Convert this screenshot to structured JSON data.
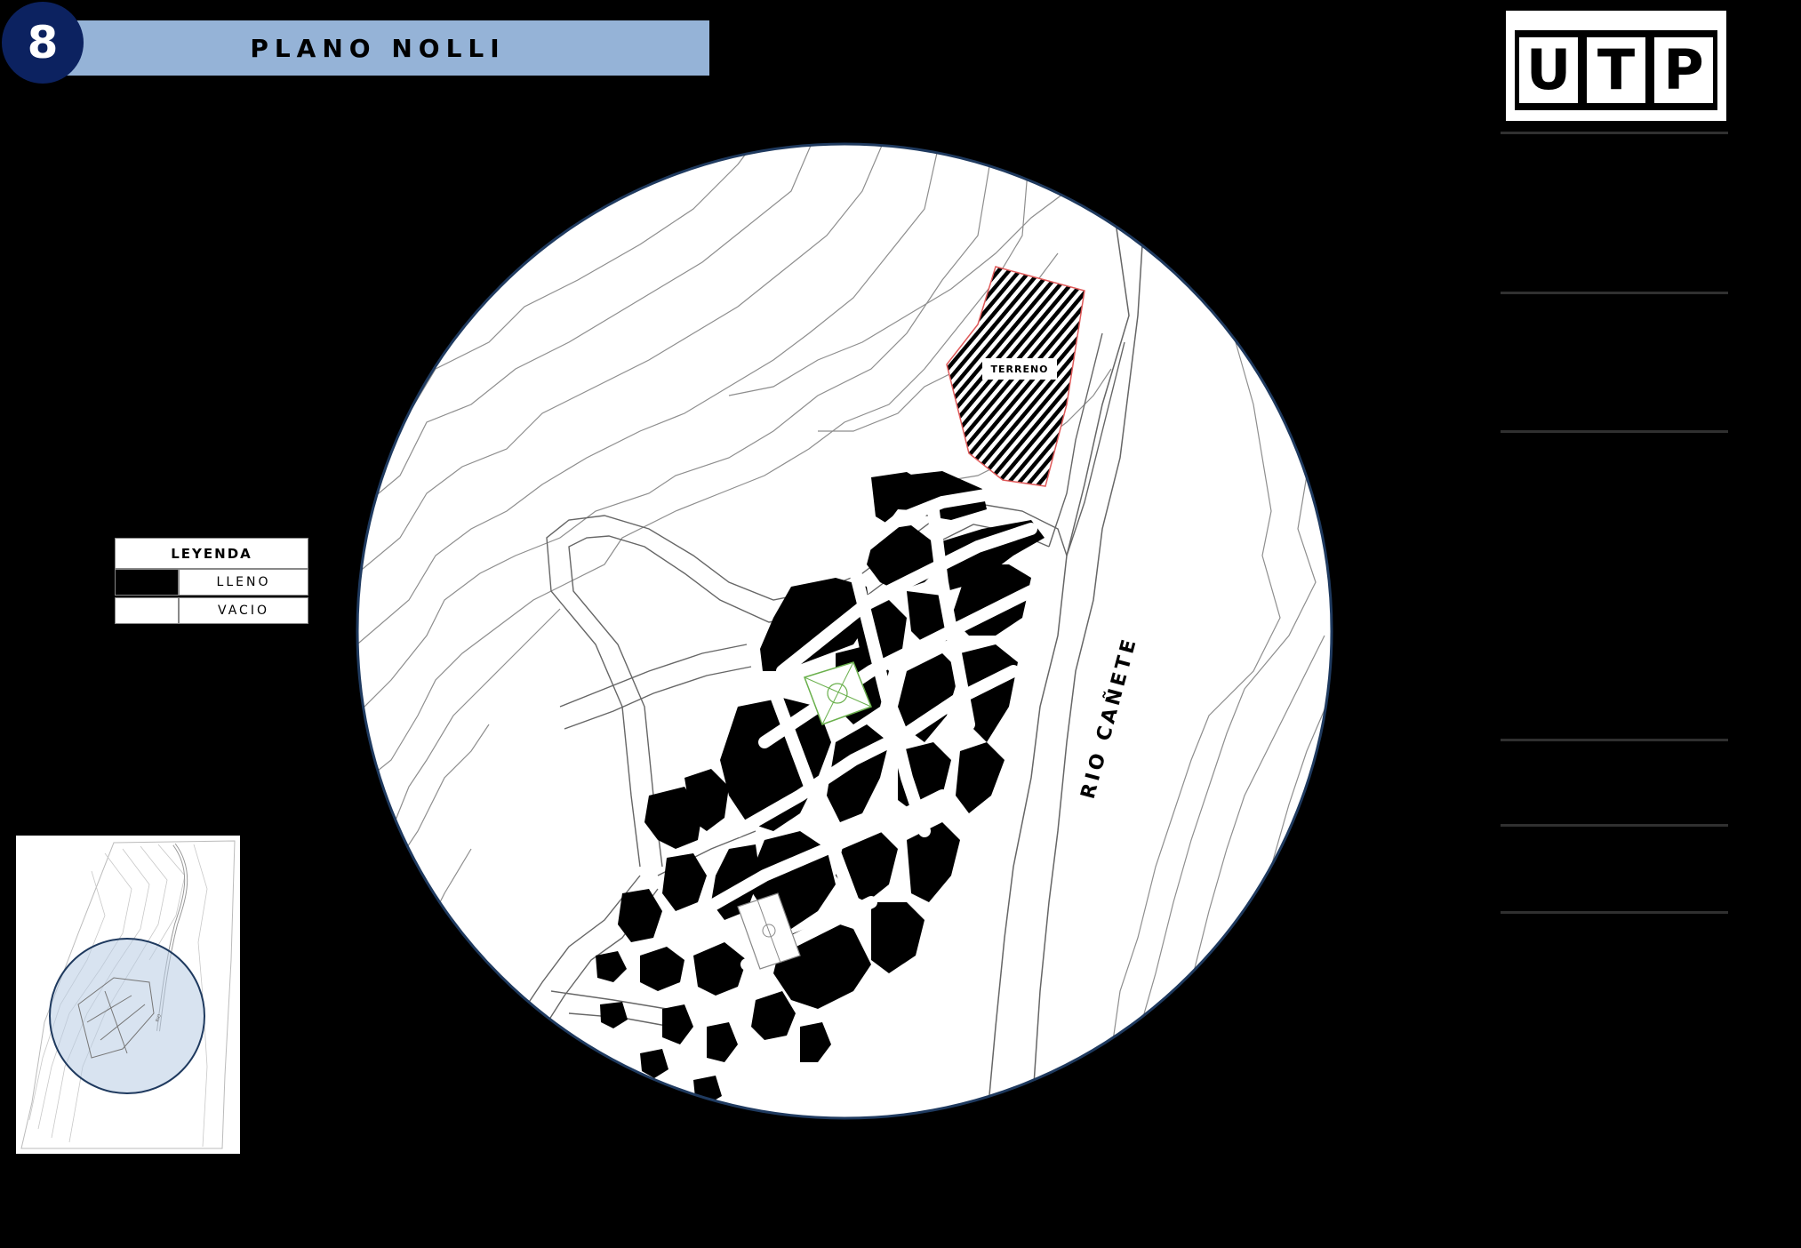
{
  "header": {
    "number": "8",
    "title": "PLANO NOLLI"
  },
  "logo": {
    "letters": [
      "U",
      "T",
      "P"
    ]
  },
  "legend": {
    "title": "LEYENDA",
    "items": [
      {
        "label": "LLENO",
        "swatch_color": "#000000"
      },
      {
        "label": "VACIO",
        "swatch_color": "#ffffff"
      }
    ]
  },
  "map": {
    "terrain_label": "TERRENO",
    "river_label": "RIO CAÑETE",
    "terrain_border_color": "#e05a5a",
    "park_color": "#6ab04c",
    "circle_border_color": "#1f3a5f"
  },
  "minimap": {
    "highlight_color": "#b8cce4"
  },
  "colors": {
    "header_bar": "#95b3d7",
    "badge": "#0c2260"
  }
}
